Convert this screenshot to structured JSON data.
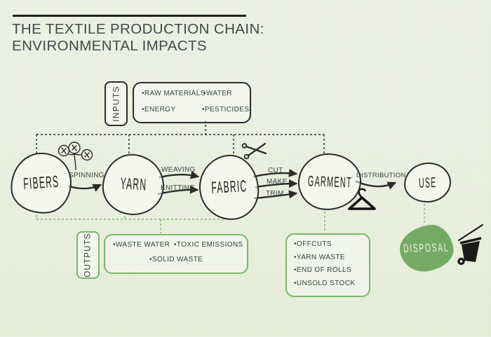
{
  "title": {
    "line1": "THE TEXTILE PRODUCTION CHAIN:",
    "line2": "ENVIRONMENTAL IMPACTS"
  },
  "inputs": {
    "label": "INPUTS",
    "items": [
      "•RAW MATERIALS",
      "•WATER",
      "•ENERGY",
      "•PESTICIDES"
    ]
  },
  "outputs": {
    "label": "OUTPUTS",
    "items": [
      "•WASTE WATER",
      "•TOXIC EMISSIONS",
      "•SOLID WASTE"
    ]
  },
  "garment_outputs": {
    "items": [
      "•OFFCUTS",
      "•YARN WASTE",
      "•END OF ROLLS",
      "•UNSOLD STOCK"
    ]
  },
  "nodes": {
    "fibers": "FIBERS",
    "yarn": "YARN",
    "fabric": "FABRIC",
    "garment": "GARMENT",
    "use": "USE",
    "disposal": "DISPOSAL"
  },
  "processes": {
    "spinning": "SPINNING",
    "weaving": "WEAVING",
    "knitting": "KNITTING",
    "cut": "CUT",
    "make": "MAKE",
    "trim": "TRIM",
    "distribution": "DISTRIBUTION"
  },
  "icons": {
    "cotton": "cotton-plant-icon",
    "scissors": "scissors-icon",
    "hanger": "clothes-hanger-icon",
    "trash": "wheelie-bin-icon"
  },
  "colors": {
    "background": "#e9eedf",
    "ink": "#2b2b2b",
    "green_accent": "#7cb56c",
    "disposal_fill": "#74aa66",
    "title_text": "#414a4b"
  }
}
